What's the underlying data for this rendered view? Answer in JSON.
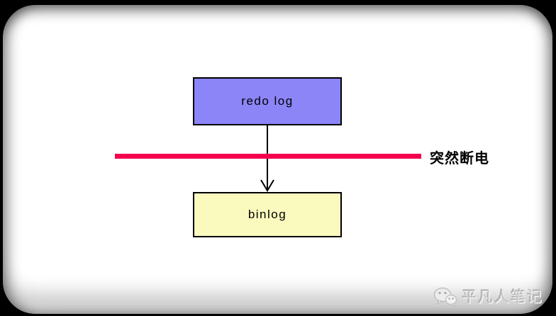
{
  "diagram": {
    "nodes": [
      {
        "id": "redo-log",
        "label": "redo log",
        "fill": "#8b85f8"
      },
      {
        "id": "binlog",
        "label": "binlog",
        "fill": "#fafabe"
      }
    ],
    "arrow": {
      "from": "redo log",
      "to": "binlog",
      "direction": "down"
    },
    "power_cut": {
      "label": "突然断电",
      "line_color": "#f4004e"
    }
  },
  "watermark": {
    "label": "平凡人笔记",
    "icon": "wechat-icon"
  },
  "colors": {
    "page_background": "#000000",
    "card_background": "#ffffff",
    "node_border": "#000000"
  }
}
